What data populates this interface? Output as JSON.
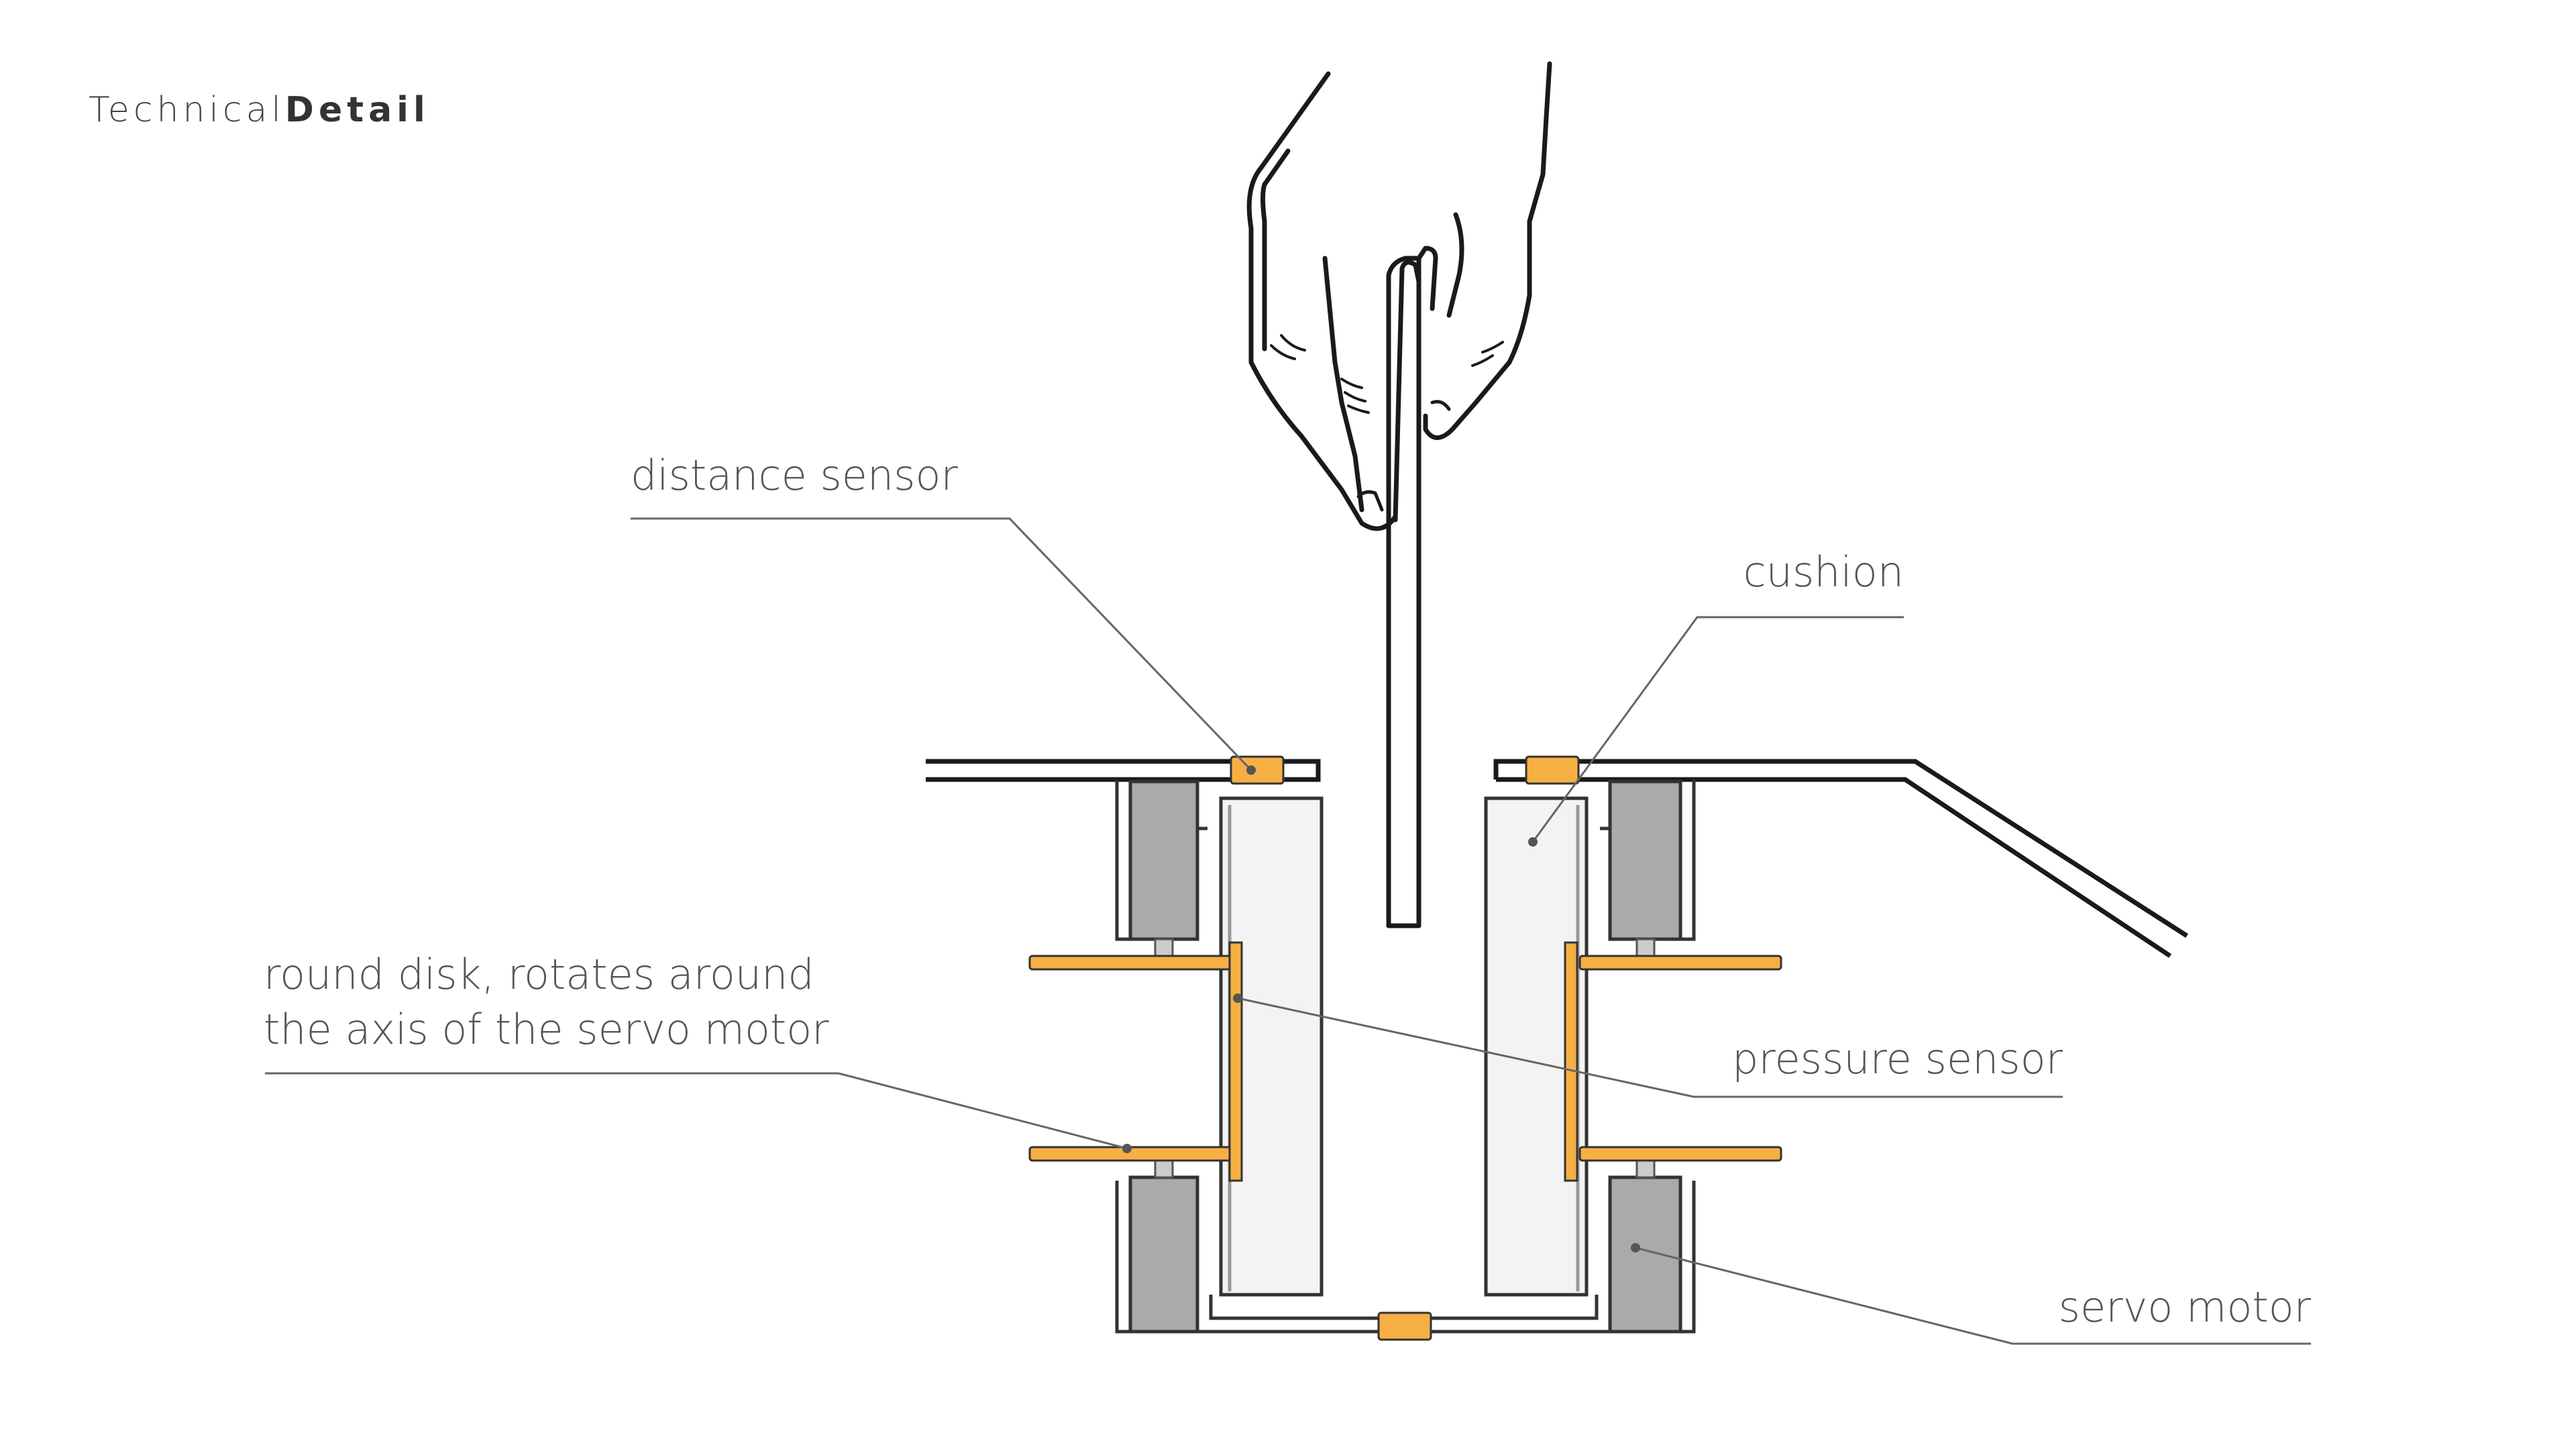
{
  "brand": {
    "light": "Technical",
    "bold": "Detail"
  },
  "labels": {
    "distance_sensor": "distance sensor",
    "cushion": "cushion",
    "round_disk_line1": "round disk, rotates around",
    "round_disk_line2": "the axis of the servo motor",
    "pressure_sensor": "pressure sensor",
    "servo_motor": "servo motor"
  },
  "colors": {
    "sensor": "#F6AF43",
    "motor": "#AAAAAA",
    "cushion": "#F3F3F3",
    "outline": "#1A1A1A",
    "leader": "#666666"
  },
  "icons": {
    "hand": "hand-holding-card-icon"
  }
}
